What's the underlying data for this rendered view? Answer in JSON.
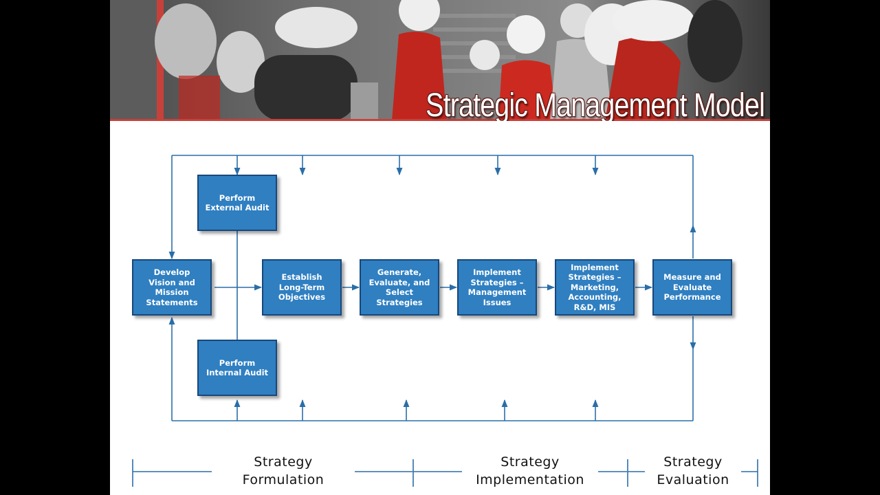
{
  "slide": {
    "title": "Strategic  Management Model"
  },
  "boxes": {
    "external_audit": "Perform\nExternal Audit",
    "internal_audit": "Perform\nInternal Audit",
    "vision": "Develop\nVision and\nMission\nStatements",
    "objectives": "Establish\nLong-Term\nObjectives",
    "generate": "Generate,\nEvaluate, and\nSelect\nStrategies",
    "implement_mgmt": "Implement\nStrategies –\nManagement\nIssues",
    "implement_mkt": "Implement\nStrategies –\nMarketing,\nAccounting,\nR&D, MIS",
    "measure": "Measure and\nEvaluate\nPerformance"
  },
  "phases": {
    "formulation": "Strategy\nFormulation",
    "implementation": "Strategy\nImplementation",
    "evaluation": "Strategy\nEvaluation"
  },
  "colors": {
    "box_fill": "#2f7fc1",
    "box_border": "#17477a",
    "connector": "#2a6ea8",
    "accent_red": "#c7413a"
  }
}
